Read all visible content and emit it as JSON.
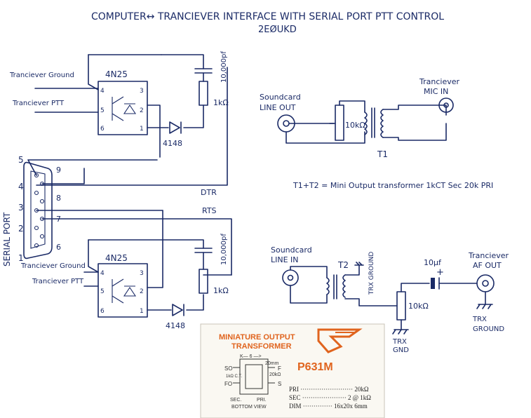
{
  "title": "COMPUTER↔ TRANCIEVER  INTERFACE WITH SERIAL PORT PTT CONTROL",
  "callsign": "2EØUKD",
  "serial_port": {
    "label": "SERIAL  PORT",
    "pins": [
      "5",
      "4",
      "3",
      "2",
      "1",
      "9",
      "8",
      "7",
      "6"
    ],
    "dtr_label": "DTR",
    "rts_label": "RTS"
  },
  "ptt_top": {
    "chip": "4N25",
    "ground_label": "Tranciever Ground",
    "ptt_label": "Tranciever PTT",
    "pins": [
      "4",
      "5",
      "6",
      "3",
      "2",
      "1"
    ],
    "cap_label": "10,000pf",
    "res_label": "1kΩ",
    "diode_label": "4148"
  },
  "ptt_bottom": {
    "chip": "4N25",
    "ground_label": "Tranciever Ground",
    "ptt_label": "Tranciever PTT",
    "pins": [
      "4",
      "5",
      "6",
      "3",
      "2",
      "1"
    ],
    "cap_label": "10,000pf",
    "res_label": "1kΩ",
    "diode_label": "4148"
  },
  "tx_audio": {
    "in_label": "Soundcard LINE OUT",
    "pot_label": "10kΩ",
    "transformer": "T1",
    "out_label": "Tranciever MIC IN"
  },
  "note": "T1+T2 = Mini Output transformer   1kCT Sec   20k PRI",
  "rx_audio": {
    "in_label": "Soundcard LINE IN",
    "transformer": "T2",
    "trx_ground_small": "TRX GROUND",
    "pot_label": "10kΩ",
    "cap_label": "10μf",
    "cap_plus": "+",
    "trx_gnd": "TRX GND",
    "out_label": "Tranciever AF OUT",
    "out_ground": "TRX GROUND"
  },
  "card": {
    "title_line1": "MINIATURE OUTPUT",
    "title_line2": "TRANSFORMER",
    "dim_marker": "K— 6 —>",
    "dim_20mm": "20mm",
    "imp_20k": "20kΩ",
    "so": "SO",
    "fo": "FO",
    "ct": "1kΩ C.T.",
    "f": "F",
    "s": "S",
    "sec": "SEC.",
    "pri": "PRI.",
    "bottom_view": "BOTTOM VIEW",
    "part": "P631M",
    "spec_pri": "PRI ························· 20kΩ",
    "spec_sec": "SEC ····················· 2 @ 1kΩ",
    "spec_dim": "DIM ·············· 16x20x 6mm",
    "brand_color": "#e0641e"
  }
}
